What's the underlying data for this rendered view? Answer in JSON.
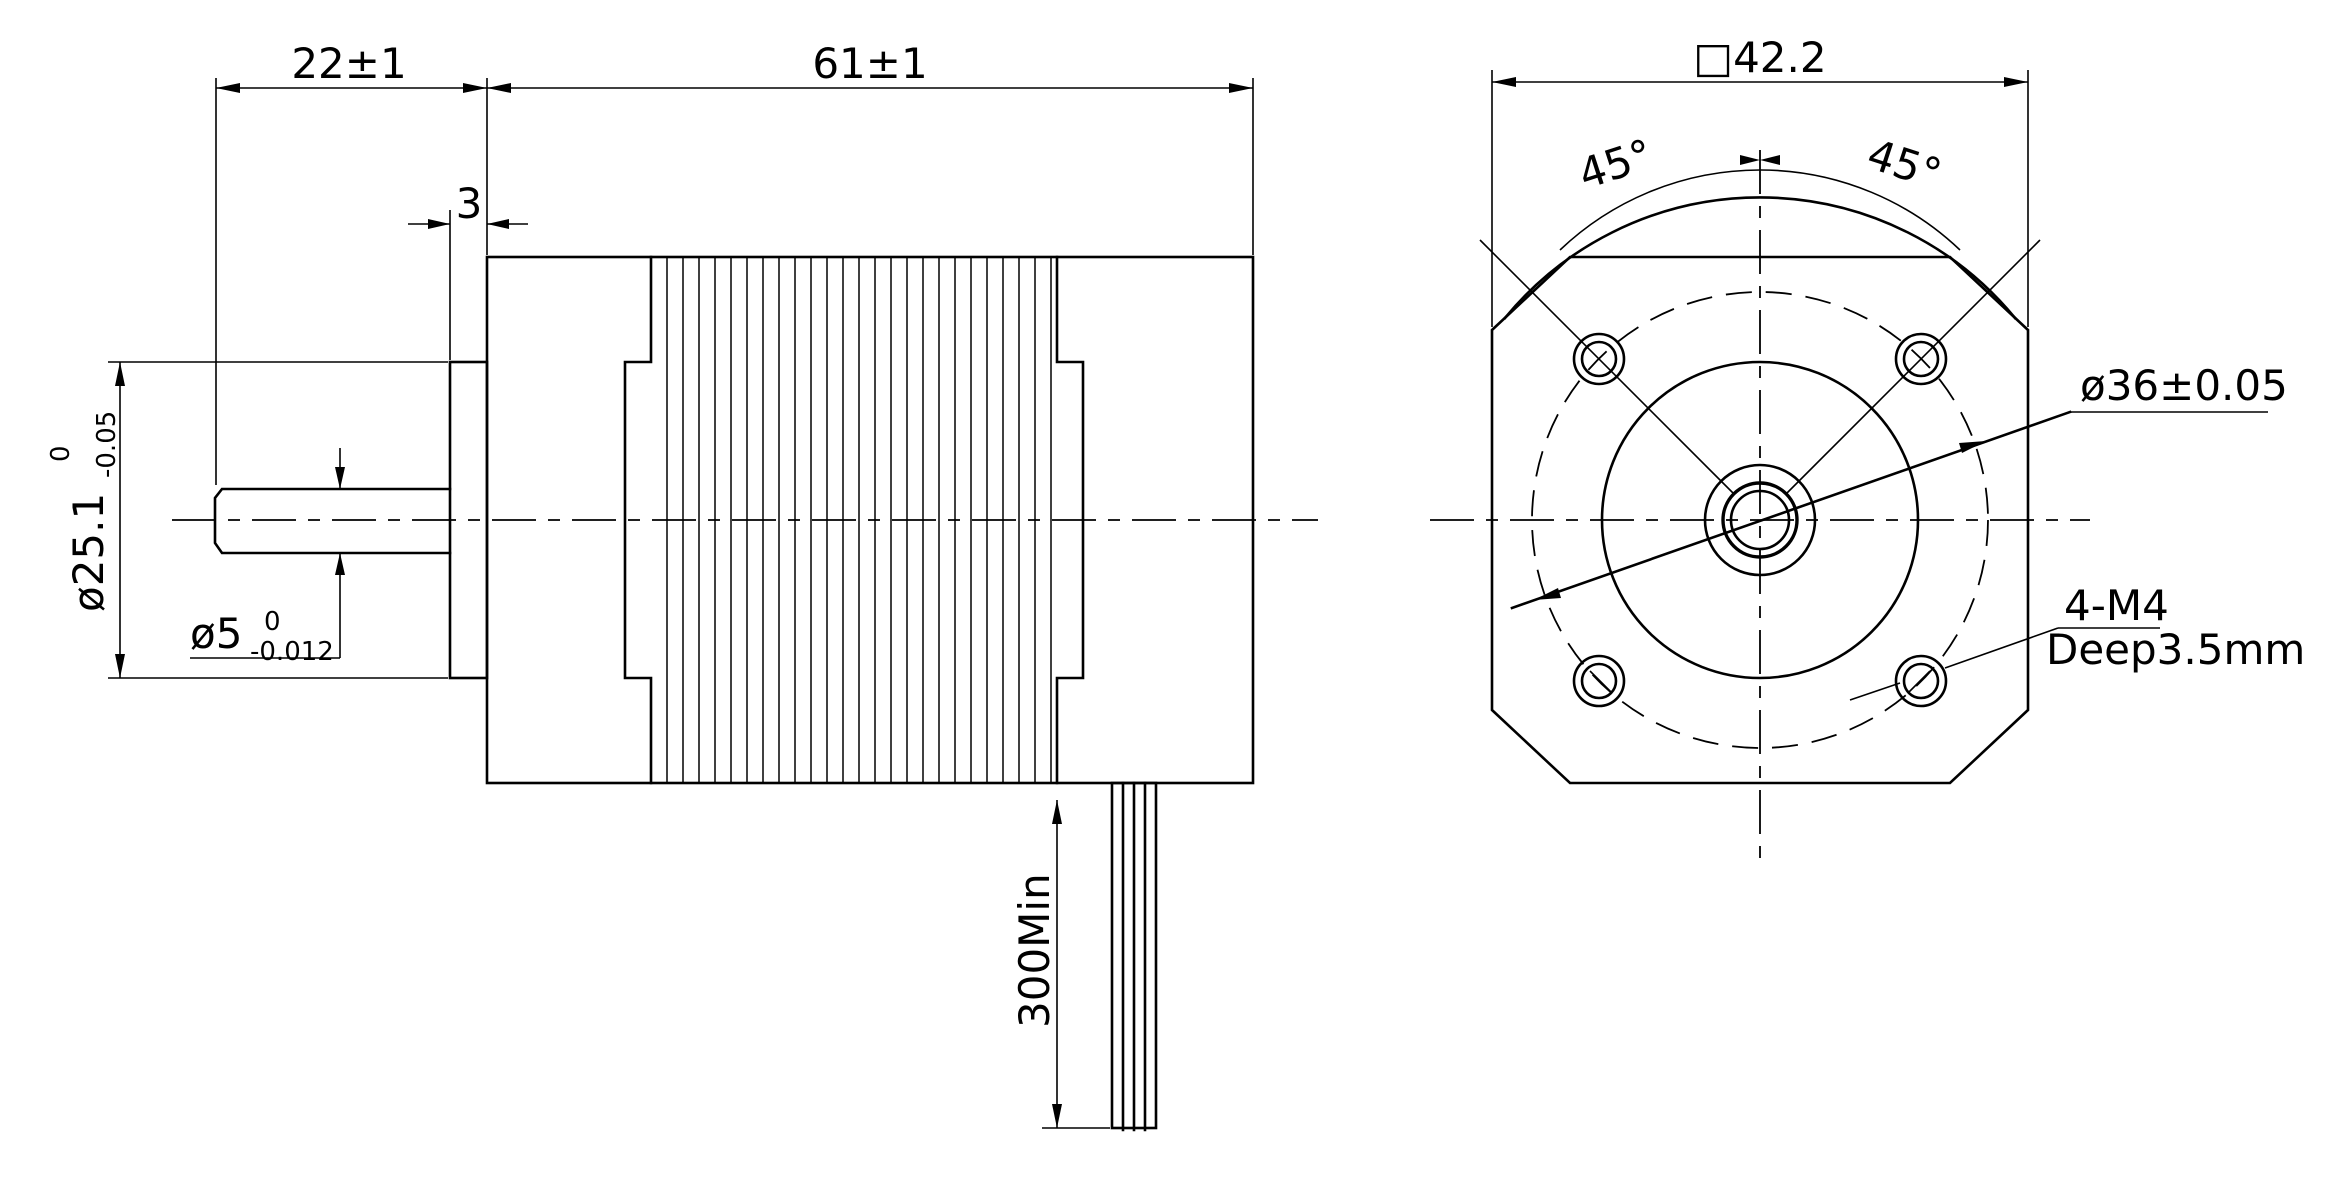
{
  "side_view": {
    "shaft_length": "22±1",
    "body_length": "61±1",
    "flange_thickness": "3",
    "boss_diameter_main": "ø25.1",
    "boss_diameter_tol_upper": "0",
    "boss_diameter_tol_lower": "-0.05",
    "shaft_diameter_main": "ø5",
    "shaft_diameter_tol_upper": "0",
    "shaft_diameter_tol_lower": "-0.012",
    "lead_length": "300Min"
  },
  "front_view": {
    "flange_size": "□42.2",
    "angle_left": "45°",
    "angle_right": "45°",
    "bolt_circle": "ø36±0.05",
    "holes_main": "4-M4",
    "holes_depth": "Deep3.5mm"
  }
}
